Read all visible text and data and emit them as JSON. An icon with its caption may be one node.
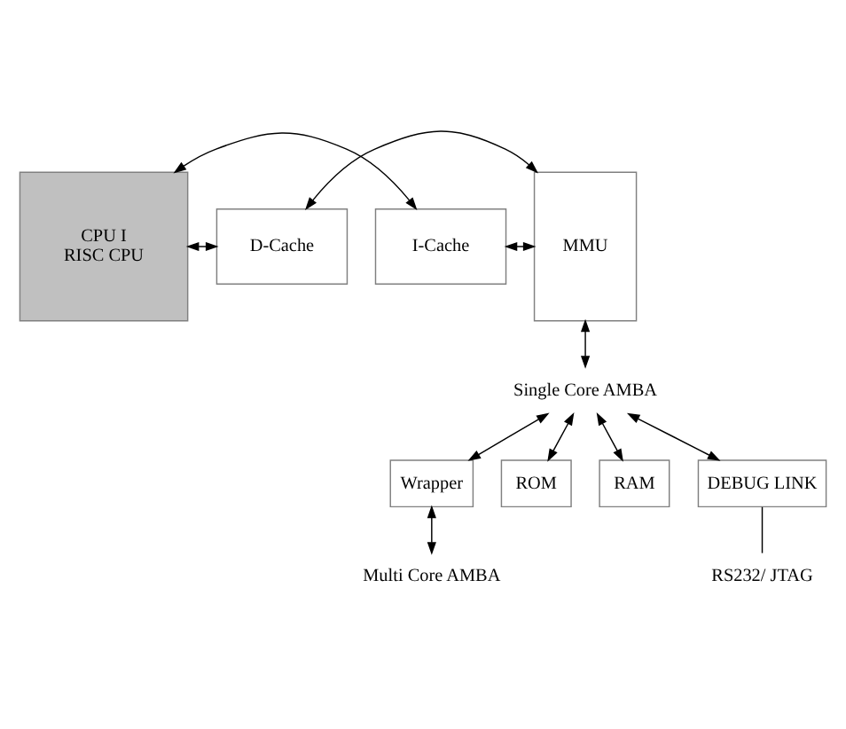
{
  "diagram": {
    "nodes": [
      {
        "text": [
          "CPU I",
          "RISC CPU"
        ]
      },
      {
        "text": [
          "I-Cache"
        ]
      },
      {
        "text": [
          "D-Cache"
        ]
      },
      {
        "text": [
          "MMU"
        ]
      },
      {
        "text": [
          "Single Core AMBA"
        ]
      },
      {
        "text": [
          "Wrapper"
        ]
      },
      {
        "text": [
          "ROM"
        ]
      },
      {
        "text": [
          "RAM"
        ]
      },
      {
        "text": [
          "DEBUG LINK"
        ]
      },
      {
        "text": [
          "Multi Core AMBA"
        ]
      },
      {
        "text": [
          "RS232/ JTAG"
        ]
      }
    ],
    "edges": [
      {
        "from": 0,
        "to": 1,
        "arrow": "both"
      },
      {
        "from": 0,
        "to": 2,
        "arrow": "both"
      },
      {
        "from": 1,
        "to": 3,
        "arrow": "both"
      },
      {
        "from": 2,
        "to": 3,
        "arrow": "both"
      },
      {
        "from": 3,
        "to": 4,
        "arrow": "both"
      },
      {
        "from": 4,
        "to": 5,
        "arrow": "both"
      },
      {
        "from": 4,
        "to": 6,
        "arrow": "both"
      },
      {
        "from": 4,
        "to": 7,
        "arrow": "both"
      },
      {
        "from": 4,
        "to": 8,
        "arrow": "both"
      },
      {
        "from": 5,
        "to": 9,
        "arrow": "both"
      },
      {
        "from": 8,
        "to": 10,
        "arrow": "none"
      }
    ]
  }
}
